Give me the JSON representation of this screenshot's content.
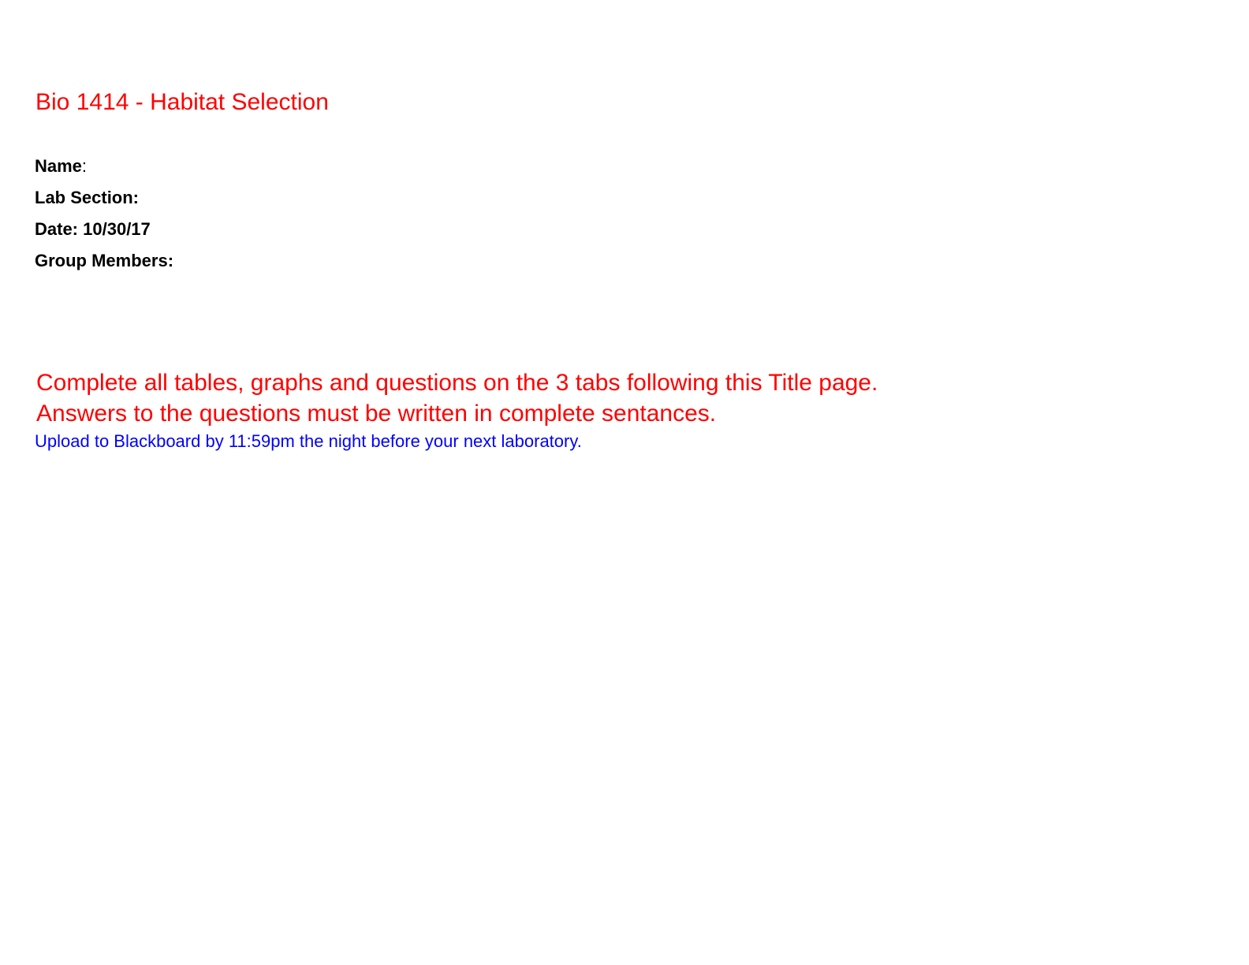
{
  "document": {
    "title": "Bio 1414 - Habitat Selection",
    "fields": {
      "name": {
        "label": "Name",
        "separator": ":",
        "value": ""
      },
      "lab_section": {
        "label": "Lab Section:",
        "value": ""
      },
      "date": {
        "label": "Date:",
        "value": "10/30/17"
      },
      "group_members": {
        "label": "Group Members:",
        "value": ""
      }
    },
    "instructions": [
      "Complete all tables, graphs and questions on the 3 tabs following this Title page.",
      "Answers to the questions must be written in complete sentances."
    ],
    "upload_note": "Upload to Blackboard by 11:59pm the night before your next laboratory.",
    "colors": {
      "title": "#ff0000",
      "instructions": "#ff0000",
      "upload_note": "#0000ff",
      "fields": "#000000"
    }
  }
}
